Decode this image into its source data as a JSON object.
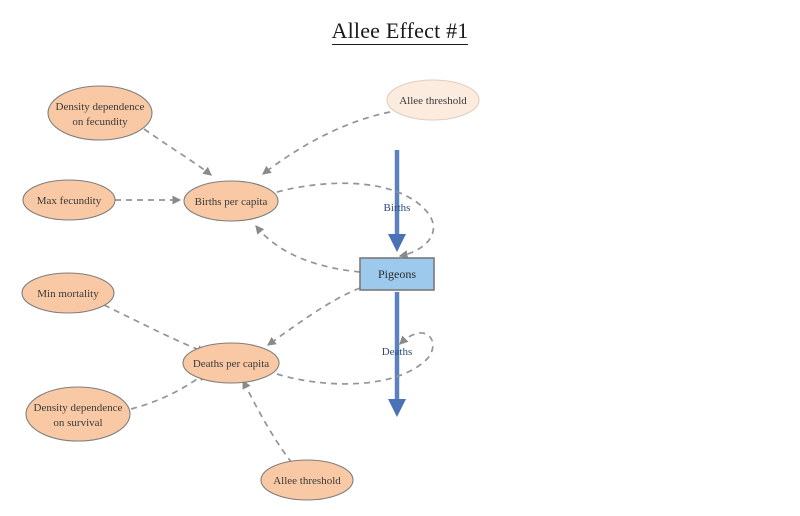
{
  "title": "Allee Effect #1",
  "colors": {
    "ellipse_fill": "#f8c9a4",
    "ellipse_stroke": "#7e7e7e",
    "ellipse_pale_fill": "#fcece0",
    "ellipse_pale_stroke": "#e3cdbb",
    "stock_fill": "#9dc9ec",
    "stock_stroke": "#7a7a7a",
    "flow_blue": "#5b82bf",
    "link_gray": "#949494",
    "text_dark": "#3a3a3a",
    "flow_label_blue": "#2e4a7d",
    "background": "#ffffff"
  },
  "nodes": {
    "density_fecundity": {
      "label_line1": "Density dependence",
      "label_line2": "on fecundity"
    },
    "max_fecundity": {
      "label": "Max fecundity"
    },
    "allee_threshold_top": {
      "label": "Allee threshold"
    },
    "births_per_capita": {
      "label": "Births per capita"
    },
    "min_mortality": {
      "label": "Min mortality"
    },
    "density_survival": {
      "label_line1": "Density dependence",
      "label_line2": "on survival"
    },
    "deaths_per_capita": {
      "label": "Deaths per capita"
    },
    "allee_threshold_bottom": {
      "label": "Allee threshold"
    },
    "pigeons_stock": {
      "label": "Pigeons"
    }
  },
  "flows": {
    "births": {
      "label": "Births"
    },
    "deaths": {
      "label": "Deaths"
    }
  }
}
